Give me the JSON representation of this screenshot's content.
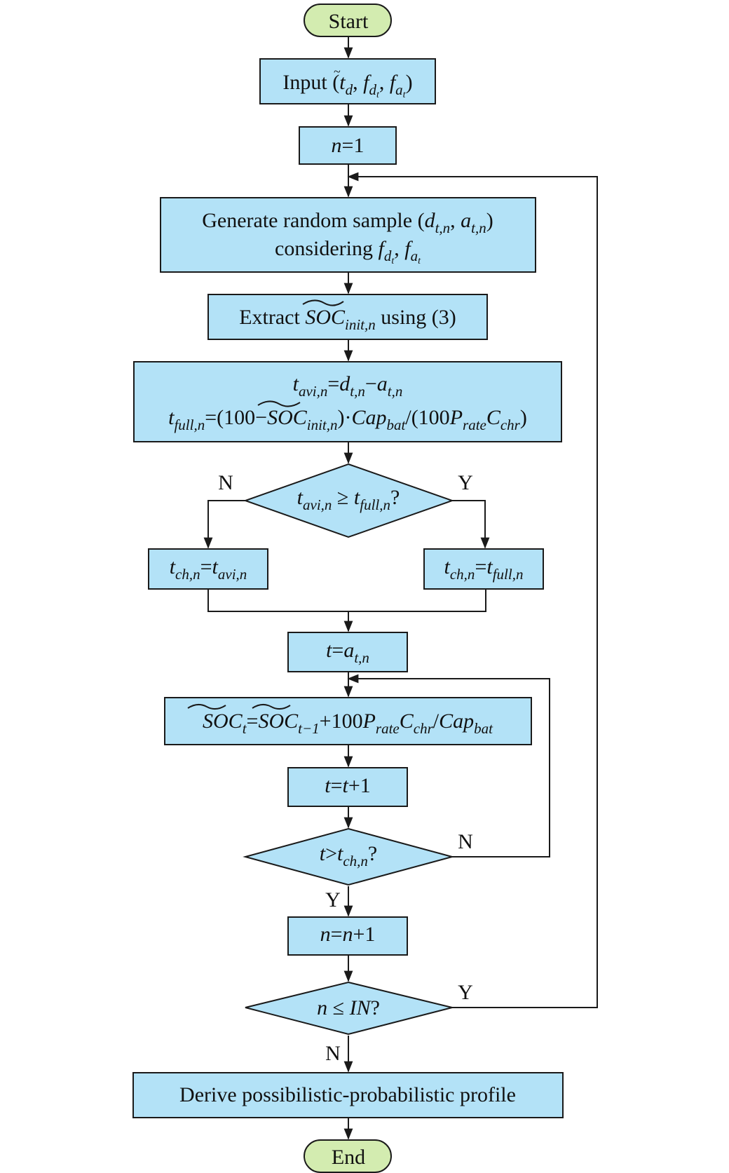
{
  "nodes": {
    "start": "Start",
    "input": {
      "label": "Input (",
      "t": "t",
      "td_sub": "d",
      "sep1": ", ",
      "f1": "f",
      "f1_sub": "d",
      "f1_subsub": "t",
      "sep2": ", ",
      "f2": "f",
      "f2_sub": "a",
      "f2_subsub": "t",
      "close": ")"
    },
    "init_n": {
      "var": "n",
      "rest": "=1"
    },
    "generate": {
      "line1": "Generate random sample (",
      "d": "d",
      "d_sub": "t,n",
      "comma": ", ",
      "a": "a",
      "a_sub": "t,n",
      "close": ")",
      "line2": "considering ",
      "f1": "f",
      "f1_sub": "d",
      "f1_subsub": "t",
      "sep": ", ",
      "f2": "f",
      "f2_sub": "a",
      "f2_subsub": "t"
    },
    "extract": {
      "prefix": "Extract ",
      "soc": "SOC",
      "soc_sub": "init,n",
      "suffix": " using (3)"
    },
    "tavi": {
      "t": "t",
      "t_sub": "avi,n",
      "eq": "=",
      "d": "d",
      "d_sub": "t,n",
      "minus": "−",
      "a": "a",
      "a_sub": "t,n"
    },
    "tfull": {
      "t": "t",
      "t_sub": "full,n",
      "eq": "=(100−",
      "soc": "SOC",
      "soc_sub": "init,n",
      "mid": ")·",
      "cap": "Cap",
      "cap_sub": "bat",
      "div": "/(100",
      "p": "P",
      "p_sub": "rate",
      "c": "C",
      "c_sub": "chr",
      "close": ")"
    },
    "decision1": {
      "t1": "t",
      "t1_sub": "avi,n",
      "op": " ≥ ",
      "t2": "t",
      "t2_sub": "full,n",
      "q": "?"
    },
    "tch_avi": {
      "t": "t",
      "t_sub": "ch,n",
      "eq": "=",
      "t2": "t",
      "t2_sub": "avi,n"
    },
    "tch_full": {
      "t": "t",
      "t_sub": "ch,n",
      "eq": "=",
      "t2": "t",
      "t2_sub": "full,n"
    },
    "t_init": {
      "t": "t",
      "eq": "=",
      "a": "a",
      "a_sub": "t,n"
    },
    "soc_update": {
      "soc1": "SOC",
      "soc1_sub": "t",
      "eq": "=",
      "soc2": "SOC",
      "soc2_sub": "t−1",
      "plus": "+100",
      "p": "P",
      "p_sub": "rate",
      "c": "C",
      "c_sub": "chr",
      "div": "/",
      "cap": "Cap",
      "cap_sub": "bat"
    },
    "t_inc": {
      "t": "t",
      "eq": "=",
      "t2": "t",
      "rest": "+1"
    },
    "decision2": {
      "t": "t",
      "op": ">",
      "t2": "t",
      "t2_sub": "ch,n",
      "q": "?"
    },
    "n_inc": {
      "n": "n",
      "eq": "=",
      "n2": "n",
      "rest": "+1"
    },
    "decision3": {
      "n": "n",
      "op": " ≤ ",
      "in": "IN",
      "q": "?"
    },
    "derive": "Derive possibilistic-probabilistic profile",
    "end": "End"
  },
  "branch_labels": {
    "d1_no": "N",
    "d1_yes": "Y",
    "d2_no": "N",
    "d2_yes": "Y",
    "d3_yes": "Y",
    "d3_no": "N"
  },
  "colors": {
    "process_fill": "#b3e2f7",
    "terminal_fill": "#d3ecb0",
    "stroke": "#1a1a1a"
  }
}
